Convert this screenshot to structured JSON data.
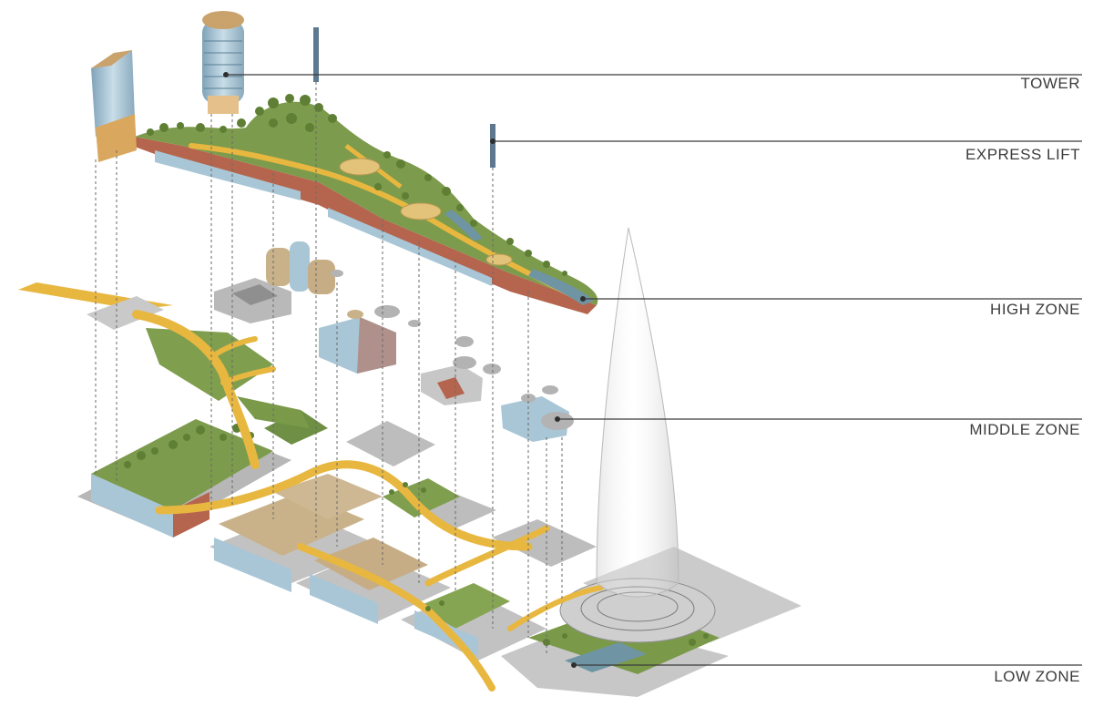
{
  "labels": {
    "tower": "TOWER",
    "express_lift": "EXPRESS LIFT",
    "high_zone": "HIGH ZONE",
    "middle_zone": "MIDDLE ZONE",
    "low_zone": "LOW ZONE"
  },
  "colors": {
    "leader_line": "#3a3a3a",
    "walkway": "#e8b740",
    "greenery": "#7a9a4a",
    "tree": "#5e7f34",
    "slab_grey": "#b3b3b3",
    "facade_blue": "#a9c6d6",
    "brick": "#b5654d",
    "plaza_tan": "#c9b28a",
    "water": "#6f95a4"
  }
}
